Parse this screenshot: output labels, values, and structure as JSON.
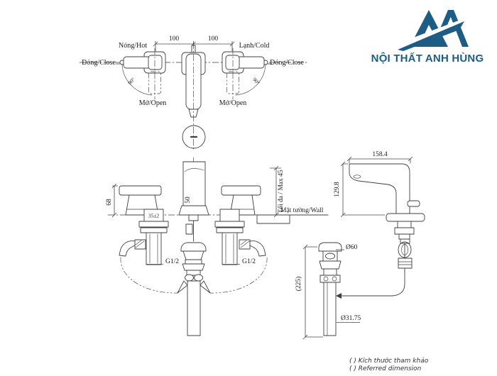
{
  "colors": {
    "brand": "#1c5c85",
    "line": "#3f3f3f"
  },
  "logo": {
    "brand_name": "NỘI THẤT ANH HÙNG"
  },
  "top_view": {
    "label_hot": "Nóng/Hot",
    "label_cold": "Lạnh/Cold",
    "label_close_left": "Đóng/Close",
    "label_close_right": "Đóng/Close",
    "label_open_left": "Mở/Open",
    "label_open_right": "Mở/Open",
    "angle_left": "90°",
    "angle_right": "90°",
    "dim_hot_spacing": "100",
    "dim_cold_spacing": "100"
  },
  "front_view": {
    "dim_handle_height": "68",
    "dim_spout_width": "50",
    "dim_deck_thickness": "35±2",
    "dim_max_depth": "Tối đa / Max 45",
    "label_wall": "Mặt tường/Wall",
    "thread_left": "G1/2",
    "thread_right": "G1/2"
  },
  "side_view": {
    "dim_length": "158.4",
    "dim_height": "129.8"
  },
  "drain_view": {
    "dim_flange_dia": "Ø60",
    "dim_pipe_length": "(225)",
    "dim_pipe_dia": "Ø31.75"
  },
  "footnote": {
    "vi": "( ) Kích thước tham khảo",
    "en": "( ) Referred dimension"
  }
}
